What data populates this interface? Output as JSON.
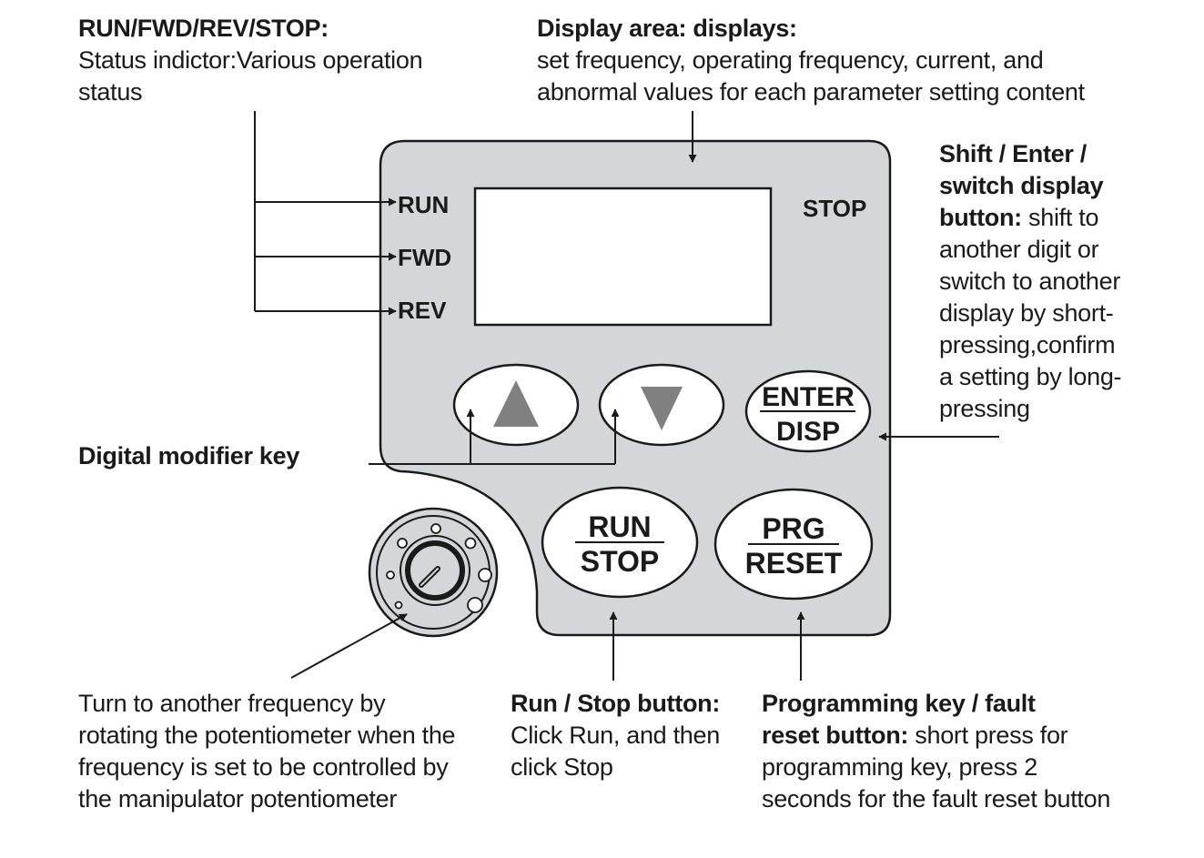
{
  "annotations": {
    "status_indicator": {
      "title": "RUN/FWD/REV/STOP:",
      "lines": [
        "Status indictor:Various operation",
        "status"
      ]
    },
    "display_area": {
      "title": "Display area: displays:",
      "lines": [
        "set frequency, operating frequency, current, and",
        "abnormal values for each parameter setting content"
      ]
    },
    "shift_enter": {
      "title_lines": [
        "Shift / Enter /",
        "switch display"
      ],
      "inline_bold": "button:",
      "inline_rest": " shift to",
      "lines": [
        "another digit or",
        "switch to another",
        "display by short-",
        "pressing,confirm",
        "a setting by long-",
        "pressing"
      ]
    },
    "digital_modifier": {
      "title": "Digital modifier key"
    },
    "potentiometer": {
      "lines": [
        "Turn to another frequency by",
        "rotating the potentiometer when the",
        "frequency is set to be controlled by",
        "the manipulator potentiometer"
      ]
    },
    "run_stop": {
      "title": "Run / Stop button:",
      "lines": [
        "Click Run, and then",
        "click Stop"
      ]
    },
    "prg_reset": {
      "title": "Programming key / fault",
      "inline_bold": "reset button:",
      "inline_rest": " short press for",
      "lines": [
        "programming key, press 2",
        "seconds for the fault reset button"
      ]
    }
  },
  "panel": {
    "indicators": {
      "run": "RUN",
      "fwd": "FWD",
      "rev": "REV",
      "stop": "STOP"
    },
    "keys": {
      "up": {
        "icon": "up-triangle-icon"
      },
      "down": {
        "icon": "down-triangle-icon"
      },
      "enter_disp": {
        "top": "ENTER",
        "bottom": "DISP"
      },
      "run_stop": {
        "top": "RUN",
        "bottom": "STOP"
      },
      "prg_reset": {
        "top": "PRG",
        "bottom": "RESET"
      }
    },
    "colors": {
      "panel_fill": "#d4d6d9",
      "outline": "#1a1a1a",
      "display_fill": "#ffffff",
      "arrow_glyph": "#808080",
      "key_fill": "#ffffff"
    }
  }
}
